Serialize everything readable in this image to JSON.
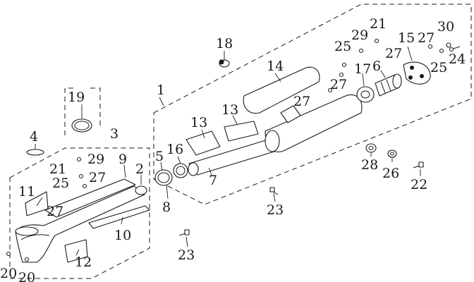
{
  "diagram": {
    "callouts": {
      "n1": "1",
      "n2": "2",
      "n3": "3",
      "n4": "4",
      "n5": "5",
      "n6": "6",
      "n7": "7",
      "n8": "8",
      "n9": "9",
      "n10": "10",
      "n11": "11",
      "n12": "12",
      "n13a": "13",
      "n13b": "13",
      "n14": "14",
      "n15": "15",
      "n16": "16",
      "n17": "17",
      "n18": "18",
      "n19": "19",
      "n20a": "20",
      "n20b": "20",
      "n21a": "21",
      "n21b": "21",
      "n22": "22",
      "n23a": "23",
      "n23b": "23",
      "n24": "24",
      "n25a": "25",
      "n25b": "25",
      "n25c": "25",
      "n26": "26",
      "n27a": "27",
      "n27b": "27",
      "n27c": "27",
      "n27d": "27",
      "n27e": "27",
      "n27f": "27",
      "n28": "28",
      "n29a": "29",
      "n29b": "29",
      "n30": "30"
    }
  }
}
